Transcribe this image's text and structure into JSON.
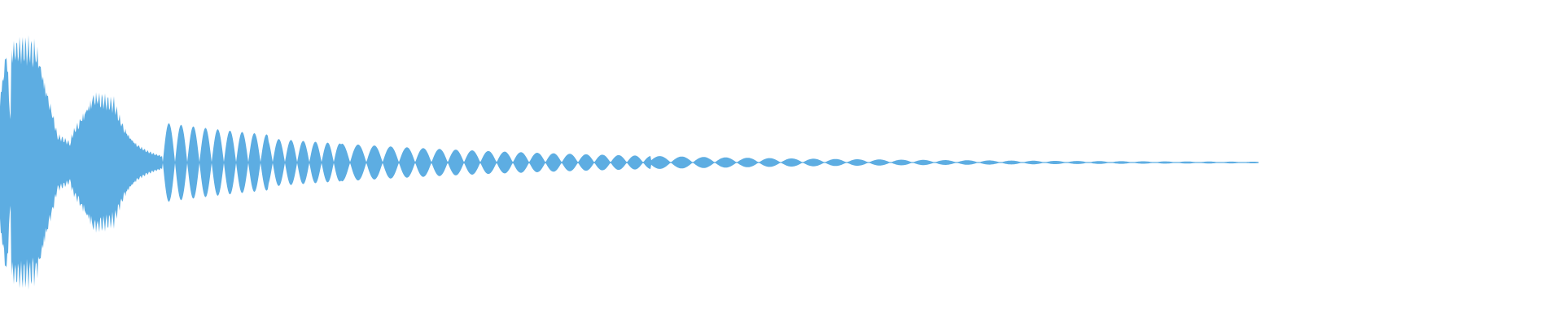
{
  "waveform": {
    "color": "#5dade2",
    "background": "#ffffff",
    "duration_fraction_with_signal": 0.805,
    "envelope": {
      "attack_peak": 0.98,
      "second_hit_peak": 0.55,
      "tail_start_level": 0.22,
      "tail_decay": "exponential"
    }
  }
}
